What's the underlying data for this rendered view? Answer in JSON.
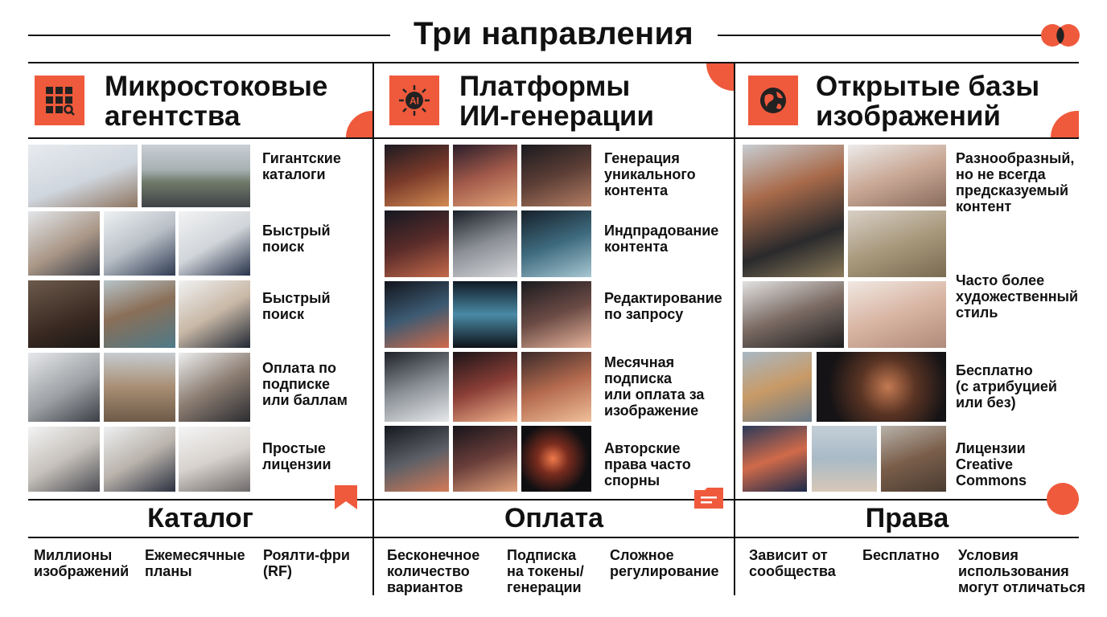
{
  "title": "Три направления",
  "columns": [
    {
      "heading": "Микростоковые\nагентства",
      "icon": "grid-search-icon",
      "features": [
        "Гигантские\nкаталоги",
        "Быстрый\nпоиск",
        "Быстрый\nпоиск",
        "Оплата по\nподписке\nили баллам",
        "Простые\nлицензии"
      ],
      "bottom_title": "Каталог",
      "details": [
        "Миллионы\nизображений",
        "Ежемесячные\nпланы",
        "Роялти-фри\n(RF)"
      ]
    },
    {
      "heading": "Платформы\nИИ-генерации",
      "icon": "ai-chip-icon",
      "features": [
        "Генерация\nуникального\nконтента",
        "Индпрадование\nконтента",
        "Редактирование\nпо запросу",
        "Месячная\nподписка\nили оплата за\nизображение",
        "Авторские\nправа часто\nспорны"
      ],
      "bottom_title": "Оплата",
      "details": [
        "Бесконечное\nколичество\nвариантов",
        "Подписка\nна токены/\nгенерации",
        "Сложное\nрегулирование"
      ]
    },
    {
      "heading": "Открытые базы\nизображений",
      "icon": "globe-icon",
      "features": [
        "Разнообразный,\nно не всегда\nпредсказуемый\nконтент",
        "Часто более\nхудожественный\nстиль",
        "Бесплатно\n(с атрибуцией\nили без)",
        "Лицензии\nCreative\nCommons"
      ],
      "bottom_title": "Права",
      "details": [
        "Зависит от\nсообщества",
        "Бесплатно",
        "Условия\nиспользования\nмогут отличаться"
      ]
    }
  ],
  "colors": {
    "accent": "#ef5a3c",
    "line": "#111111"
  }
}
